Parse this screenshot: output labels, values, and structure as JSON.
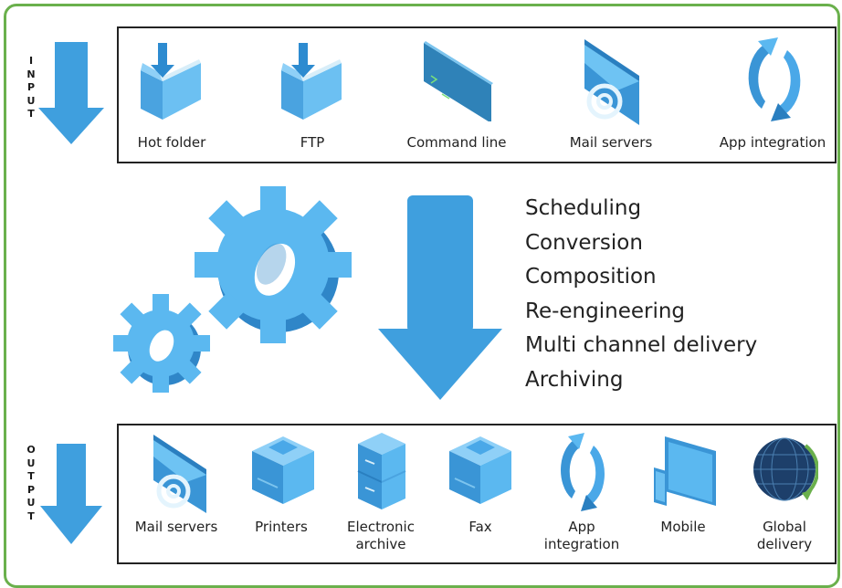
{
  "input": {
    "side_label": [
      "I",
      "N",
      "P",
      "U",
      "T"
    ],
    "items": [
      {
        "label": "Hot folder",
        "icon": "folder-download-icon"
      },
      {
        "label": "FTP",
        "icon": "folder-download-icon"
      },
      {
        "label": "Command line",
        "icon": "terminal-icon"
      },
      {
        "label": "Mail servers",
        "icon": "mail-server-icon"
      },
      {
        "label": "App integration",
        "icon": "sync-arrows-icon"
      }
    ]
  },
  "process": {
    "items": [
      "Scheduling",
      "Conversion",
      "Composition",
      "Re-engineering",
      "Multi channel delivery",
      "Archiving"
    ]
  },
  "output": {
    "side_label": [
      "O",
      "U",
      "T",
      "P",
      "U",
      "T"
    ],
    "items": [
      {
        "label": [
          "Mail servers"
        ],
        "icon": "mail-server-icon"
      },
      {
        "label": [
          "Printers"
        ],
        "icon": "printer-icon"
      },
      {
        "label": [
          "Electronic",
          "archive"
        ],
        "icon": "archive-box-icon"
      },
      {
        "label": [
          "Fax"
        ],
        "icon": "fax-icon"
      },
      {
        "label": [
          "App",
          "integration"
        ],
        "icon": "sync-arrows-icon"
      },
      {
        "label": [
          "Mobile"
        ],
        "icon": "mobile-devices-icon"
      },
      {
        "label": [
          "Global",
          "delivery"
        ],
        "icon": "globe-icon"
      }
    ]
  },
  "colors": {
    "frame": "#6ab04c",
    "accent_blue": "#3f9fde",
    "light_blue": "#5bb8f0",
    "dark_blue": "#2a7fc0"
  }
}
